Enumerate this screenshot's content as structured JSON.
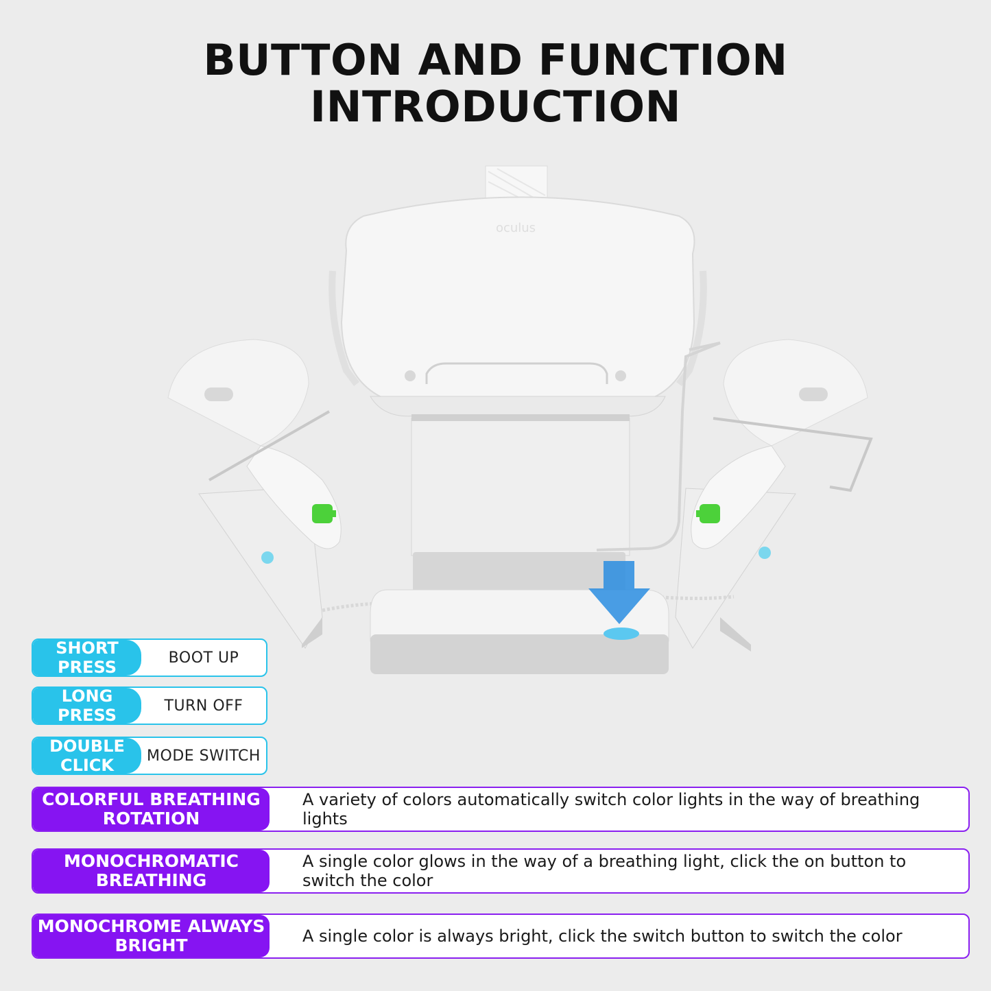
{
  "title": {
    "line1": "BUTTON AND FUNCTION",
    "line2": "INTRODUCTION"
  },
  "illustration": {
    "logo_text": "oculus",
    "colors": {
      "accent_cyan": "#29c3ea",
      "accent_purple": "#8614f2",
      "arrow_blue": "#2a8de0",
      "battery_green": "#4cd13a"
    }
  },
  "buttons": [
    {
      "key_line1": "SHORT",
      "key_line2": "PRESS",
      "value": "BOOT UP"
    },
    {
      "key_line1": "LONG",
      "key_line2": "PRESS",
      "value": "TURN OFF"
    },
    {
      "key_line1": "DOUBLE",
      "key_line2": "CLICK",
      "value": "MODE SWITCH"
    }
  ],
  "modes": [
    {
      "key_line1": "COLORFUL BREATHING",
      "key_line2": "ROTATION",
      "desc": "A variety of colors automatically switch color lights in the way of breathing lights"
    },
    {
      "key_line1": "MONOCHROMATIC",
      "key_line2": "BREATHING",
      "desc": "A single color glows in the way of a breathing light, click the on button to switch the color"
    },
    {
      "key_line1": "MONOCHROME ALWAYS",
      "key_line2": "BRIGHT",
      "desc": "A single color is always bright, click the switch button to switch the color"
    }
  ]
}
